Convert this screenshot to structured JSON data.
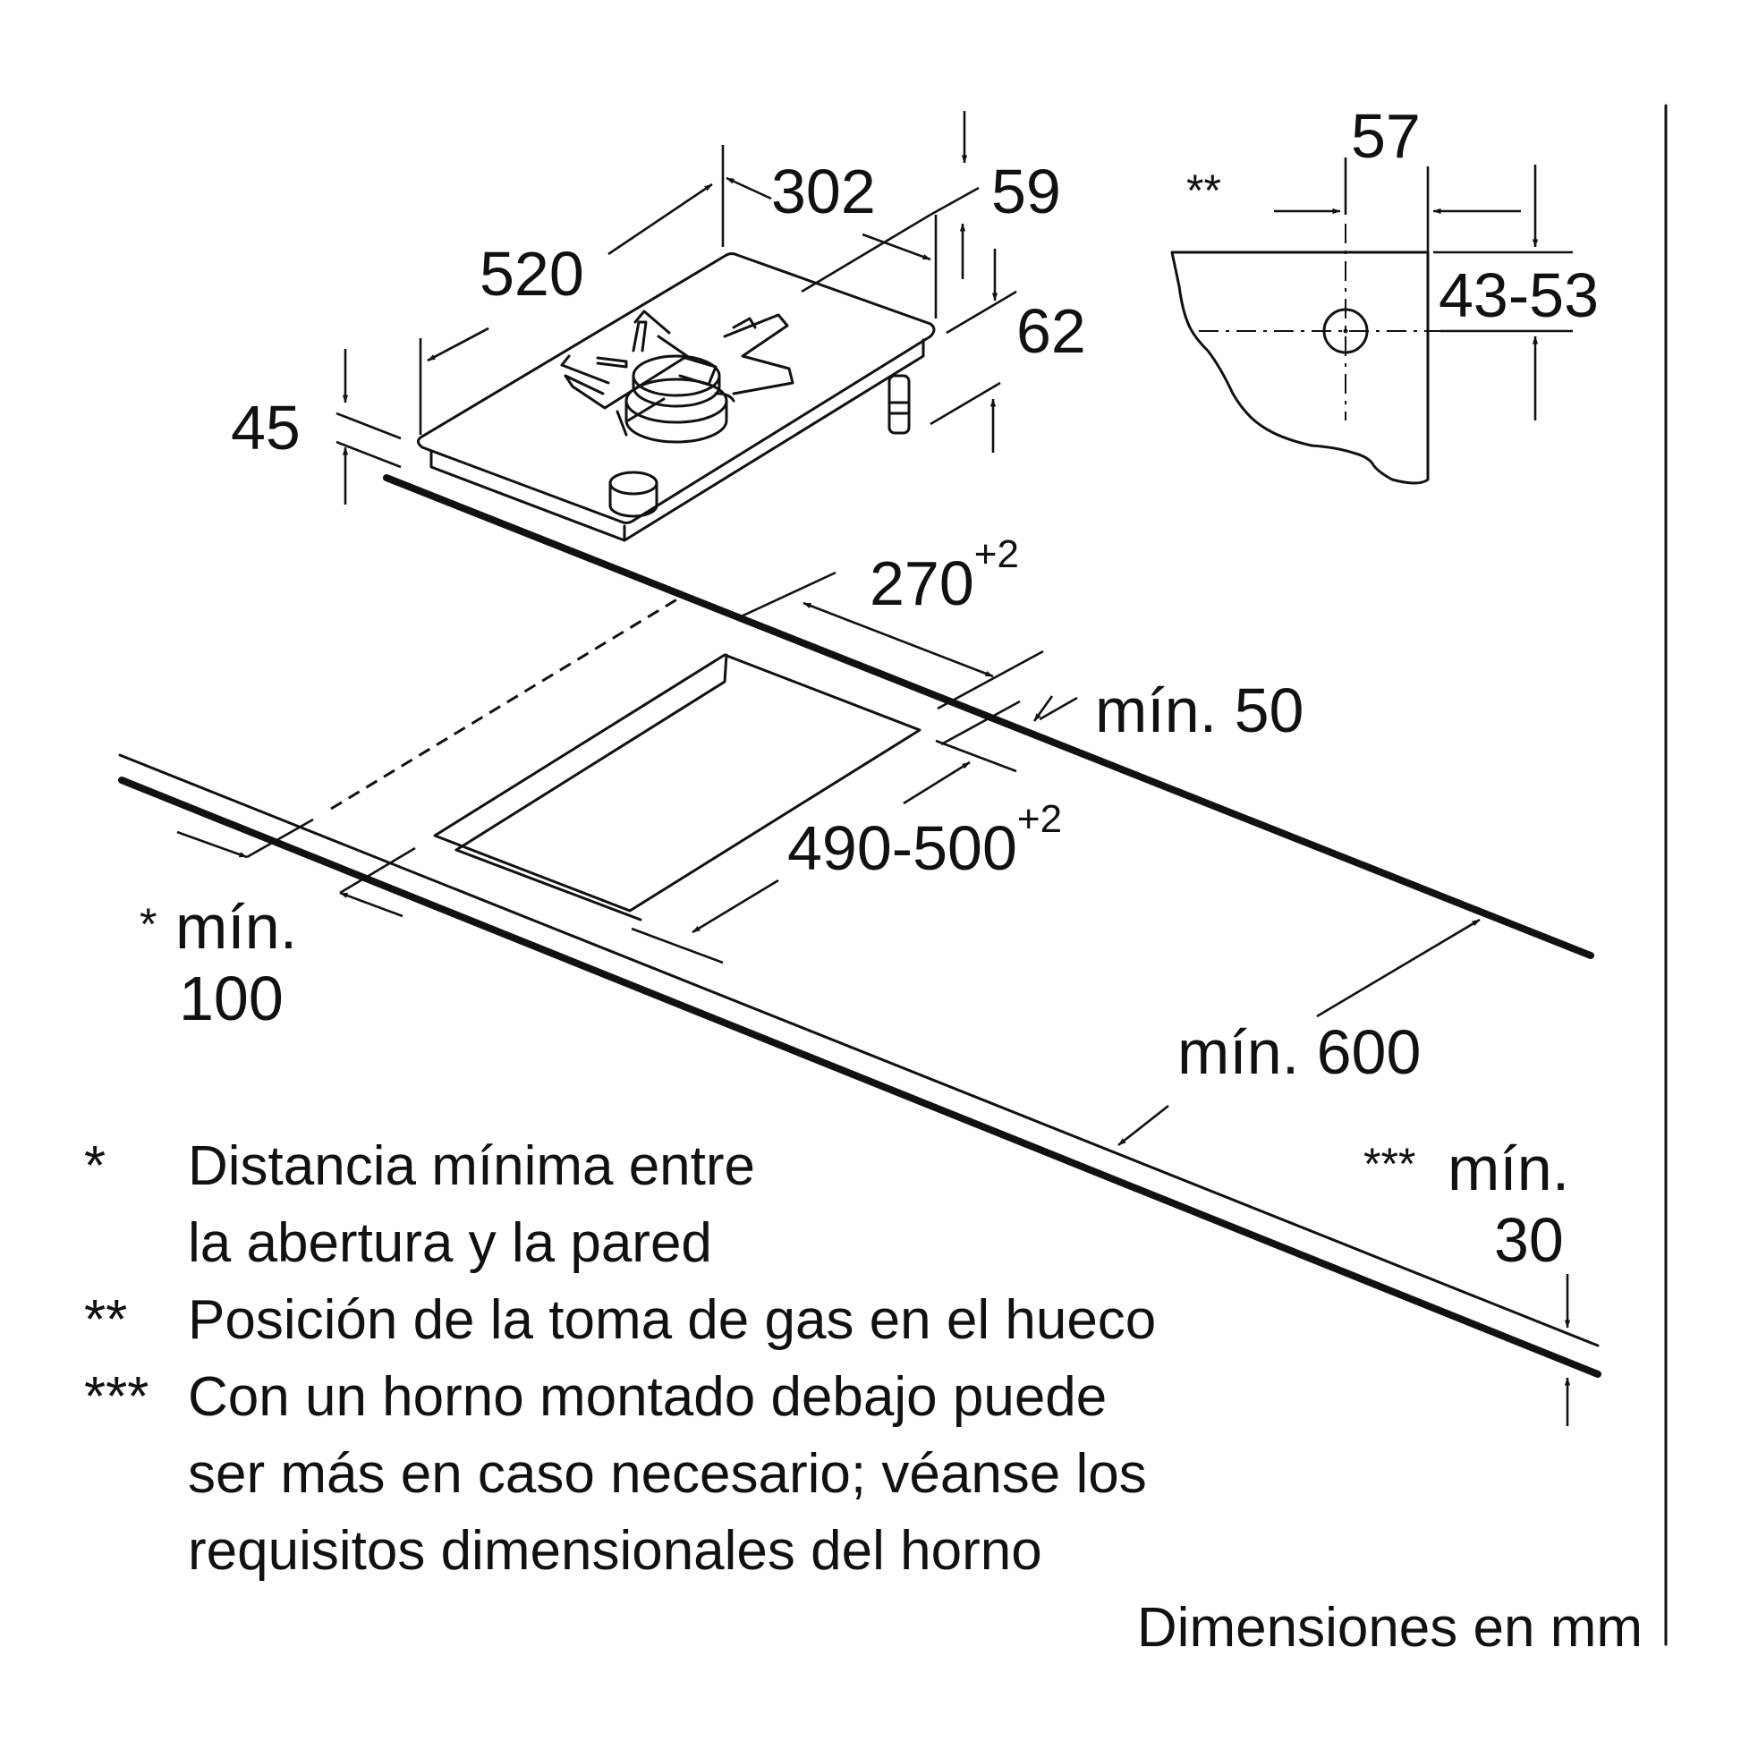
{
  "dimensions": {
    "width_520": "520",
    "depth_302": "302",
    "rear_59": "59",
    "height_62": "62",
    "thickness_45": "45",
    "cutout_width": "270",
    "cutout_width_tol": "+2",
    "cutout_depth": "490-500",
    "cutout_depth_tol": "+2",
    "min_rear_label": "mín. 50",
    "min_side_star": "*",
    "min_side_label": "mín.",
    "min_side_value": "100",
    "min_depth_label": "mín. 600",
    "min_under_stars": "***",
    "min_under_label": "mín.",
    "min_under_value": "30"
  },
  "gas_detail": {
    "marker": "**",
    "offset": "57",
    "height_range": "43-53"
  },
  "notes": [
    {
      "marker": "*",
      "lines": [
        "Distancia mínima entre",
        "la abertura y la pared"
      ]
    },
    {
      "marker": "**",
      "lines": [
        "Posición de la toma de gas en el hueco"
      ]
    },
    {
      "marker": "***",
      "lines": [
        "Con un horno montado debajo puede",
        "ser más en caso necesario; véanse los",
        "requisitos dimensionales del horno"
      ]
    }
  ],
  "units_caption": "Dimensiones en mm"
}
